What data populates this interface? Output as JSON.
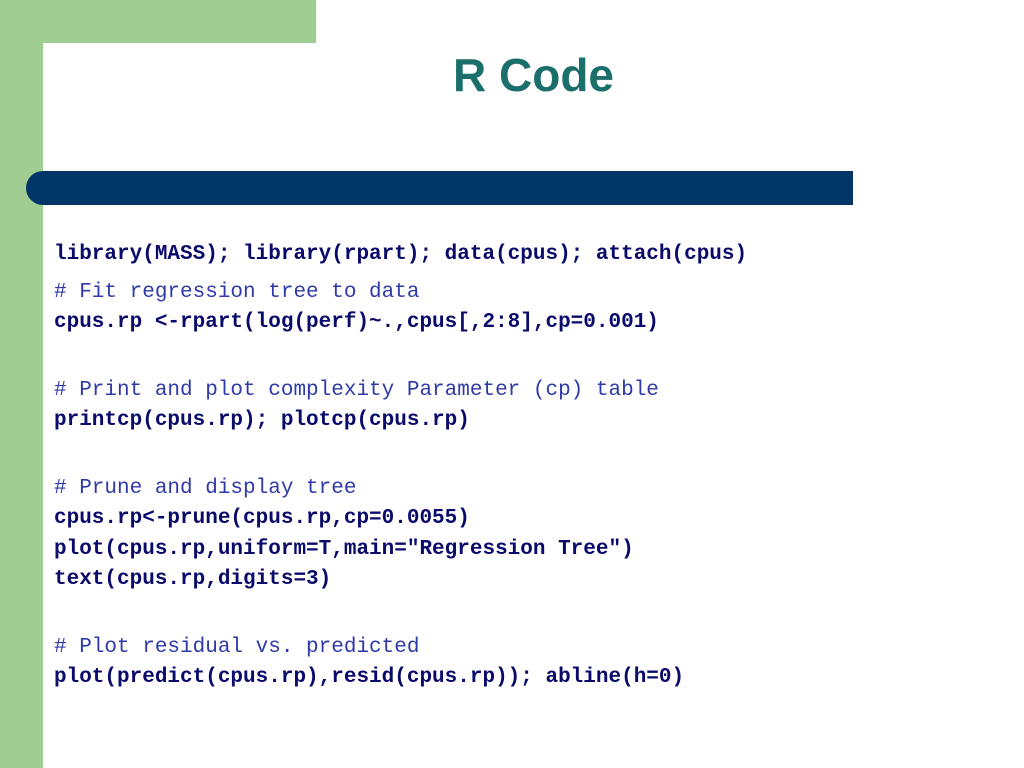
{
  "slide": {
    "title": "R Code",
    "colors": {
      "green_accent": "#9fcd92",
      "title_teal": "#1b6f6a",
      "bar_navy": "#003567",
      "code_dark": "#0a0a6b",
      "comment_blue": "#2f3aa8"
    }
  },
  "code": {
    "line1": "library(MASS); library(rpart); data(cpus); attach(cpus)",
    "comment1": "# Fit regression tree to data",
    "line2": "cpus.rp <-rpart(log(perf)~.,cpus[,2:8],cp=0.001)",
    "comment2": "# Print and plot complexity Parameter (cp) table",
    "line3": "printcp(cpus.rp); plotcp(cpus.rp)",
    "comment3": "# Prune and display tree",
    "line4": "cpus.rp<-prune(cpus.rp,cp=0.0055)",
    "line5": "plot(cpus.rp,uniform=T,main=\"Regression Tree\")",
    "line6": "text(cpus.rp,digits=3)",
    "comment4": "# Plot residual vs. predicted",
    "line7": "plot(predict(cpus.rp),resid(cpus.rp)); abline(h=0)"
  }
}
